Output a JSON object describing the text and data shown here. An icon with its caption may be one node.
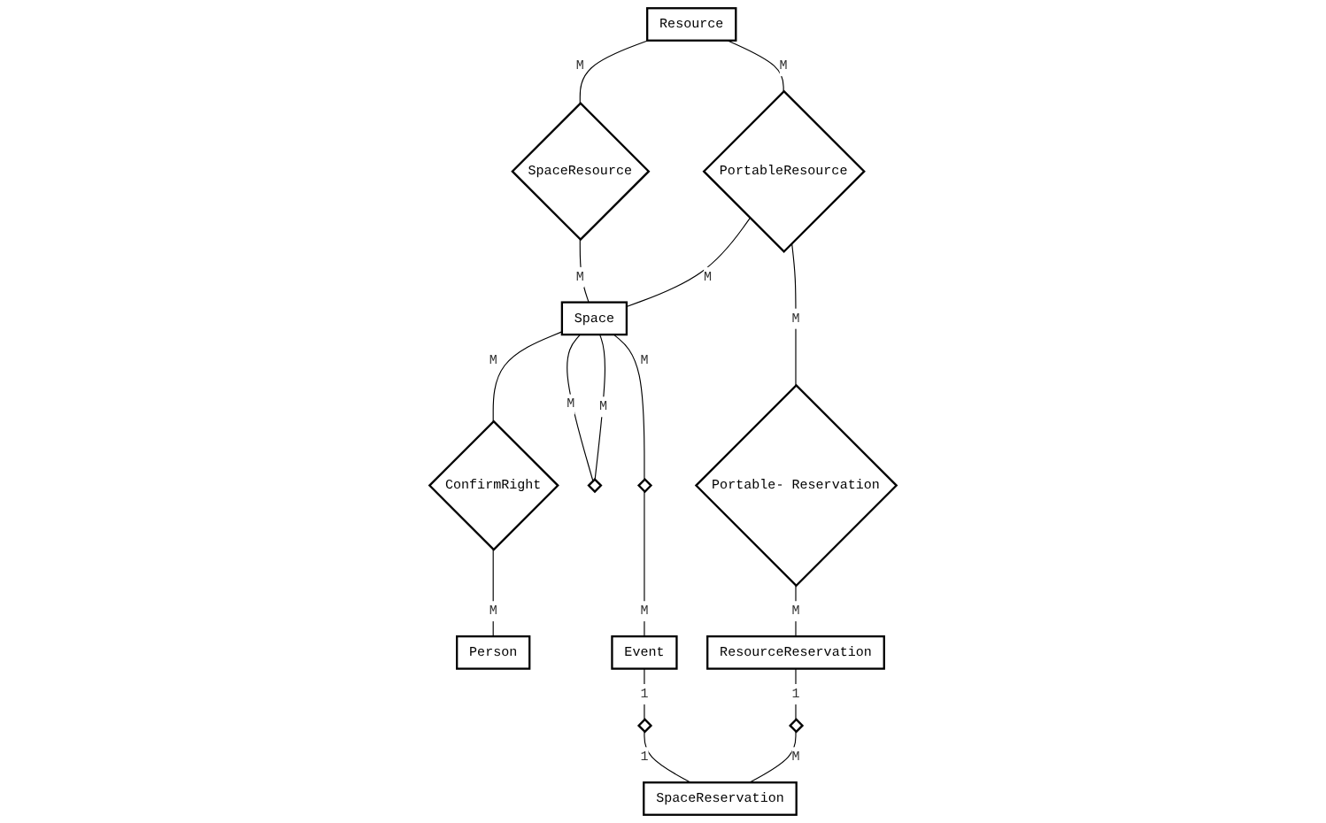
{
  "diagram": {
    "nodes": [
      {
        "text": [
          "Resource"
        ]
      },
      {
        "text": [
          "SpaceResource"
        ]
      },
      {
        "text": [
          "PortableResource"
        ]
      },
      {
        "text": [
          "Portable- Reservation"
        ]
      },
      {
        "text": [
          "Space"
        ]
      },
      {
        "text": [
          "ConfirmRight"
        ]
      },
      {
        "text": [
          "Person"
        ]
      },
      {
        "text": [],
        "shape": "diamond"
      },
      {
        "text": [
          "ResourceReservation"
        ]
      },
      {
        "text": [],
        "shape": "diamond"
      },
      {
        "text": [],
        "shape": "diamond"
      },
      {
        "text": [
          "Event"
        ]
      },
      {
        "text": [],
        "shape": "diamond"
      },
      {
        "text": [
          "SpaceReservation"
        ]
      }
    ],
    "edges": [
      {
        "from": 0,
        "to": 1,
        "arrow": "none",
        "label": "M"
      },
      {
        "from": 1,
        "to": 4,
        "arrow": "none",
        "label": "M"
      },
      {
        "from": 0,
        "to": 2,
        "arrow": "none",
        "label": "M"
      },
      {
        "from": 2,
        "to": 4,
        "arrow": "none",
        "label": "M"
      },
      {
        "from": 2,
        "to": 3,
        "arrow": "none",
        "label": "M"
      },
      {
        "from": 3,
        "to": 8,
        "arrow": "none",
        "label": "M"
      },
      {
        "from": 4,
        "to": 5,
        "arrow": "none",
        "label": "M"
      },
      {
        "from": 5,
        "to": 6,
        "arrow": "none",
        "label": "M"
      },
      {
        "from": 4,
        "to": 7,
        "arrow": "none",
        "label": "M"
      },
      {
        "from": 4,
        "to": 7,
        "arrow": "none",
        "label": "M"
      },
      {
        "from": 4,
        "to": 9,
        "arrow": "none",
        "label": "M"
      },
      {
        "from": 9,
        "to": 11,
        "arrow": "none",
        "label": "M"
      },
      {
        "from": 8,
        "to": 10,
        "arrow": "none",
        "label": "1"
      },
      {
        "from": 10,
        "to": 13,
        "arrow": "none",
        "label": "M"
      },
      {
        "from": 11,
        "to": 12,
        "arrow": "none",
        "label": "1"
      },
      {
        "from": 12,
        "to": 13,
        "arrow": "none",
        "label": "1"
      }
    ]
  }
}
